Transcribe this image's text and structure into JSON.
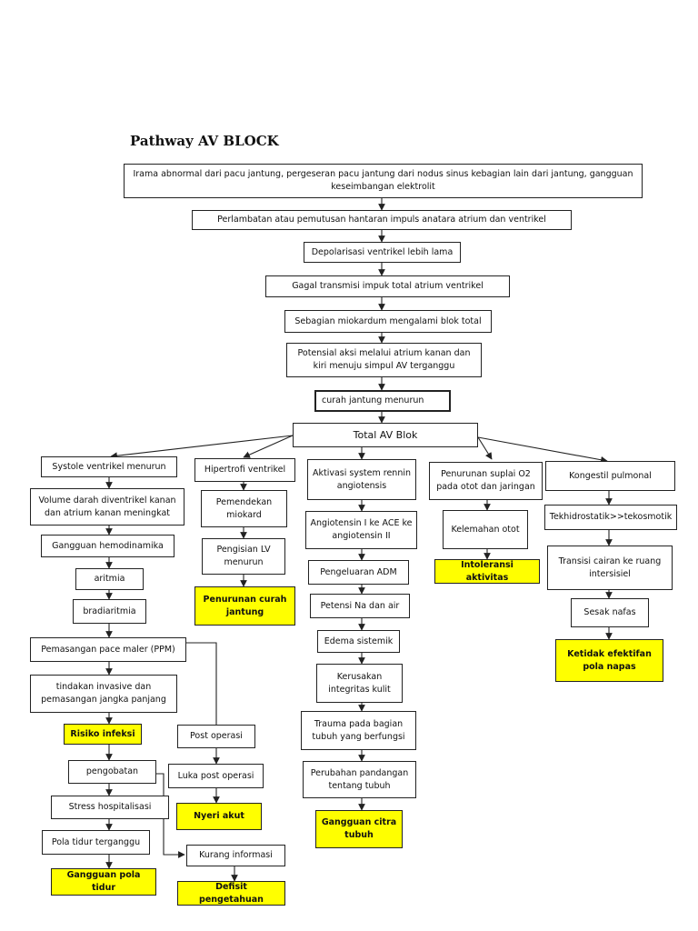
{
  "title": "Pathway AV BLOCK",
  "nodes": {
    "n1": "Irama abnormal dari pacu jantung, pergeseran pacu jantung dari nodus sinus kebagian lain dari jantung, gangguan keseimbangan elektrolit",
    "n2": "Perlambatan atau pemutusan hantaran impuls anatara atrium dan ventrikel",
    "n3": "Depolarisasi ventrikel lebih lama",
    "n4": "Gagal transmisi impuk total atrium ventrikel",
    "n5": "Sebagian miokardum mengalami blok total",
    "n6": "Potensial aksi melalui atrium kanan dan kiri menuju simpul AV terganggu",
    "n7": "curah jantung menurun",
    "n8": "Total AV Blok",
    "a1": "Systole ventrikel menurun",
    "a2": "Volume darah diventrikel kanan dan atrium kanan meningkat",
    "a3": "Gangguan hemodinamika",
    "a4": "aritmia",
    "a5": "bradiaritmia",
    "a6": "Pemasangan pace maler (PPM)",
    "a7": "tindakan invasive dan pemasangan jangka panjang",
    "a8": "Risiko infeksi",
    "a9": "pengobatan",
    "a10": "Stress hospitalisasi",
    "a11": "Pola tidur terganggu",
    "a12": "Gangguan pola tidur",
    "b1": "Hipertrofi ventrikel",
    "b2": "Pemendekan miokard",
    "b3": "Pengisian LV menurun",
    "b4": "Penurunan curah jantung",
    "p1": "Post operasi",
    "p2": "Luka post operasi",
    "p3": "Nyeri akut",
    "p4": "Kurang informasi",
    "p5": "Defisit pengetahuan",
    "c1": "Aktivasi system rennin angiotensis",
    "c2": "Angiotensin I ke ACE ke angiotensin II",
    "c3": "Pengeluaran ADM",
    "c4": "Petensi Na dan air",
    "c5": "Edema sistemik",
    "c6": "Kerusakan integritas kulit",
    "c7": "Trauma pada bagian tubuh yang berfungsi",
    "c8": "Perubahan pandangan tentang tubuh",
    "c9": "Gangguan citra tubuh",
    "d1": "Penurunan suplai O2 pada otot dan jaringan",
    "d2": "Kelemahan otot",
    "d3": "Intoleransi aktivitas",
    "e1": "Kongestil pulmonal",
    "e2": "Tekhidrostatik>>tekosmotik",
    "e3": "Transisi cairan ke ruang intersisiel",
    "e4": "Sesak nafas",
    "e5": "Ketidak efektifan pola napas"
  },
  "colors": {
    "highlight": "#ffff00",
    "line": "#222222"
  }
}
